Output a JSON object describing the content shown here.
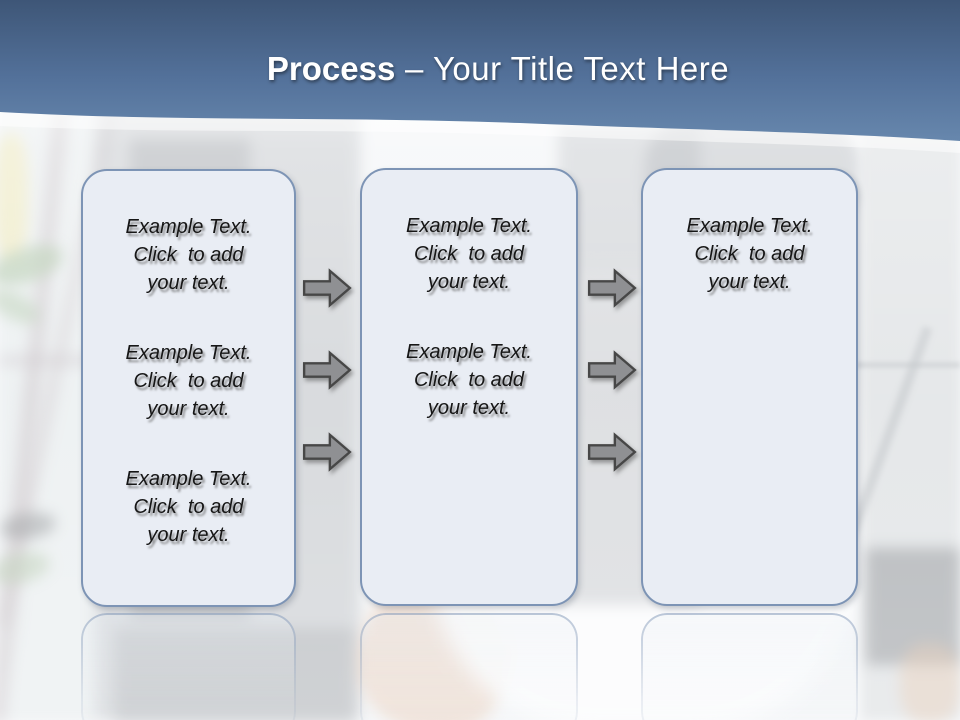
{
  "header": {
    "title_bold": "Process",
    "title_rest": " – Your Title Text Here"
  },
  "boxes": [
    {
      "blocks": [
        "Example Text.\nClick  to add\nyour text.",
        "Example Text.\nClick  to add\nyour text.",
        "Example Text.\nClick  to add\nyour text."
      ]
    },
    {
      "blocks": [
        "Example Text.\nClick  to add\nyour text.",
        "Example Text.\nClick  to add\nyour text."
      ]
    },
    {
      "blocks": [
        "Example Text.\nClick  to add\nyour text."
      ]
    }
  ],
  "arrows": {
    "icon": "right-arrow-icon",
    "between_1_2": 3,
    "between_2_3": 3
  },
  "colors": {
    "header_top": "#41597b",
    "header_bottom": "#6787ad",
    "box_fill": "#e9edf4",
    "box_border": "#7d94b5",
    "arrow_fill": "#8f9093",
    "arrow_stroke": "#474747",
    "title_text": "#ffffff",
    "body_text": "#161616"
  }
}
